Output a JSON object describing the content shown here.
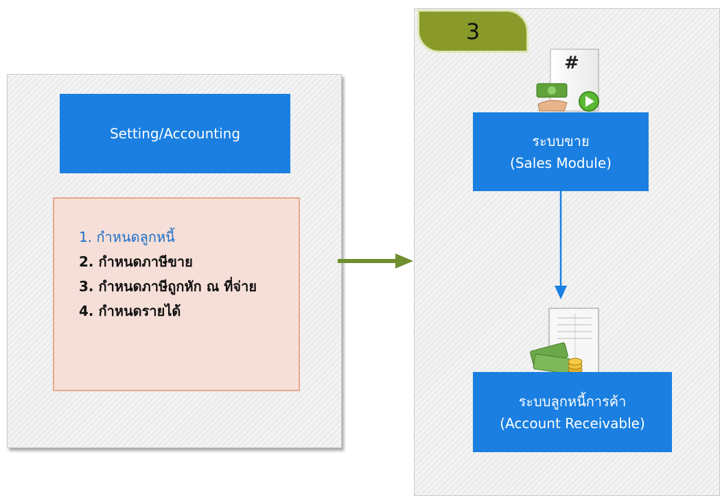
{
  "settings": {
    "title": "Setting/Accounting",
    "items": [
      "1. กำหนดลูกหนี้",
      "2. กำหนดภาษีขาย",
      "3. กำหนดภาษีถูกหัก ณ ที่จ่าย",
      "4. กำหนดรายได้"
    ]
  },
  "step": {
    "number": "3"
  },
  "sales_module": {
    "thai": "ระบบขาย",
    "english": "(Sales Module)"
  },
  "account_receivable": {
    "thai": "ระบบลูกหนี้การค้า",
    "english": "(Account Receivable)"
  },
  "icons": [
    "invoice-money-icon",
    "play-icon",
    "receipt-money-icon"
  ],
  "colors": {
    "box_blue": "#1a7fe0",
    "arrow_green": "#6f8e2d",
    "active_item": "#1a6fc8",
    "list_bg": "#f6dfd8",
    "badge_green": "#8a9a2a"
  }
}
